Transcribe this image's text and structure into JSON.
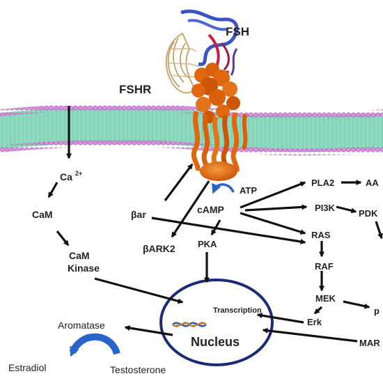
{
  "labels": {
    "fsh": "FSH",
    "fshr": "FSHR",
    "ca": "Ca",
    "ca_sup": "2+",
    "cam": "CaM",
    "cam_kinase_1": "CaM",
    "cam_kinase_2": "Kinase",
    "beta_ar": "βar",
    "camp": "cAMP",
    "atp": "ATP",
    "beta_ark2": "βARK2",
    "pka": "PKA",
    "pla2": "PLA2",
    "aa": "AA",
    "pi3k": "PI3K",
    "pdk": "PDK",
    "ras": "RAS",
    "raf": "RAF",
    "mek": "MEK",
    "p_cut": "p",
    "erk": "Erk",
    "mar_cut": "MAR",
    "transcription": "Transcription",
    "nucleus": "Nucleus",
    "aromatase": "Aromatase",
    "estradiol": "Estradiol",
    "testosterone": "Testosterone"
  },
  "colors": {
    "membrane_fill": "#8fd9bf",
    "membrane_heads": "#d98fe0",
    "receptor": "#e0670e",
    "g_protein": "#e0650a",
    "fsh_ribbon_blue": "#3b52c9",
    "fsh_ribbon_red": "#c81d3c",
    "ecd_tan": "#c9a86a",
    "nucleus_outline": "#1c2a78",
    "curved_arrow": "#2a63c9"
  }
}
